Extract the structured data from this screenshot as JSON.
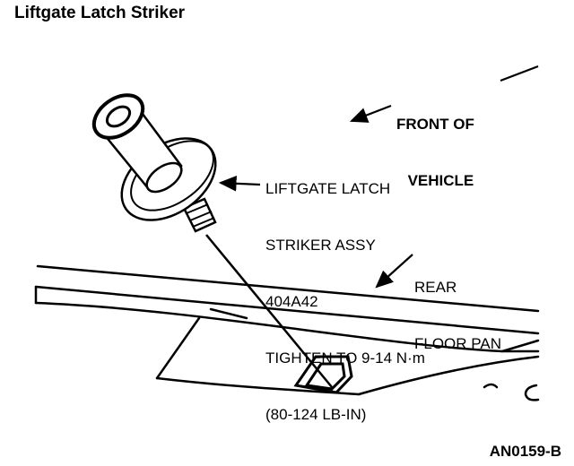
{
  "title": "Liftgate Latch Striker",
  "labels": {
    "front": [
      "FRONT OF",
      "VEHICLE"
    ],
    "striker": [
      "LIFTGATE LATCH",
      "STRIKER ASSY",
      "404A42",
      "TIGHTEN TO 9-14 N·m",
      "(80-124 LB-IN)"
    ],
    "floor": [
      "REAR",
      "FLOOR PAN"
    ]
  },
  "figure_ref": "AN0159-B"
}
